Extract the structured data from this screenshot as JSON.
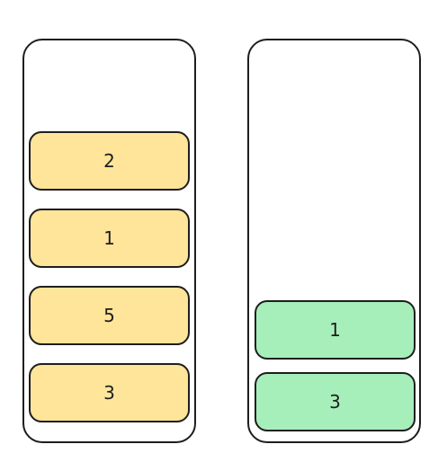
{
  "stacks": {
    "left": {
      "items": [
        {
          "label": "2"
        },
        {
          "label": "1"
        },
        {
          "label": "5"
        },
        {
          "label": "3"
        }
      ]
    },
    "right": {
      "items": [
        {
          "label": "1"
        },
        {
          "label": "3"
        }
      ]
    }
  },
  "colors": {
    "left_fill": "#ffe599",
    "right_fill": "#a7efba",
    "stroke": "#1e1e1e"
  }
}
